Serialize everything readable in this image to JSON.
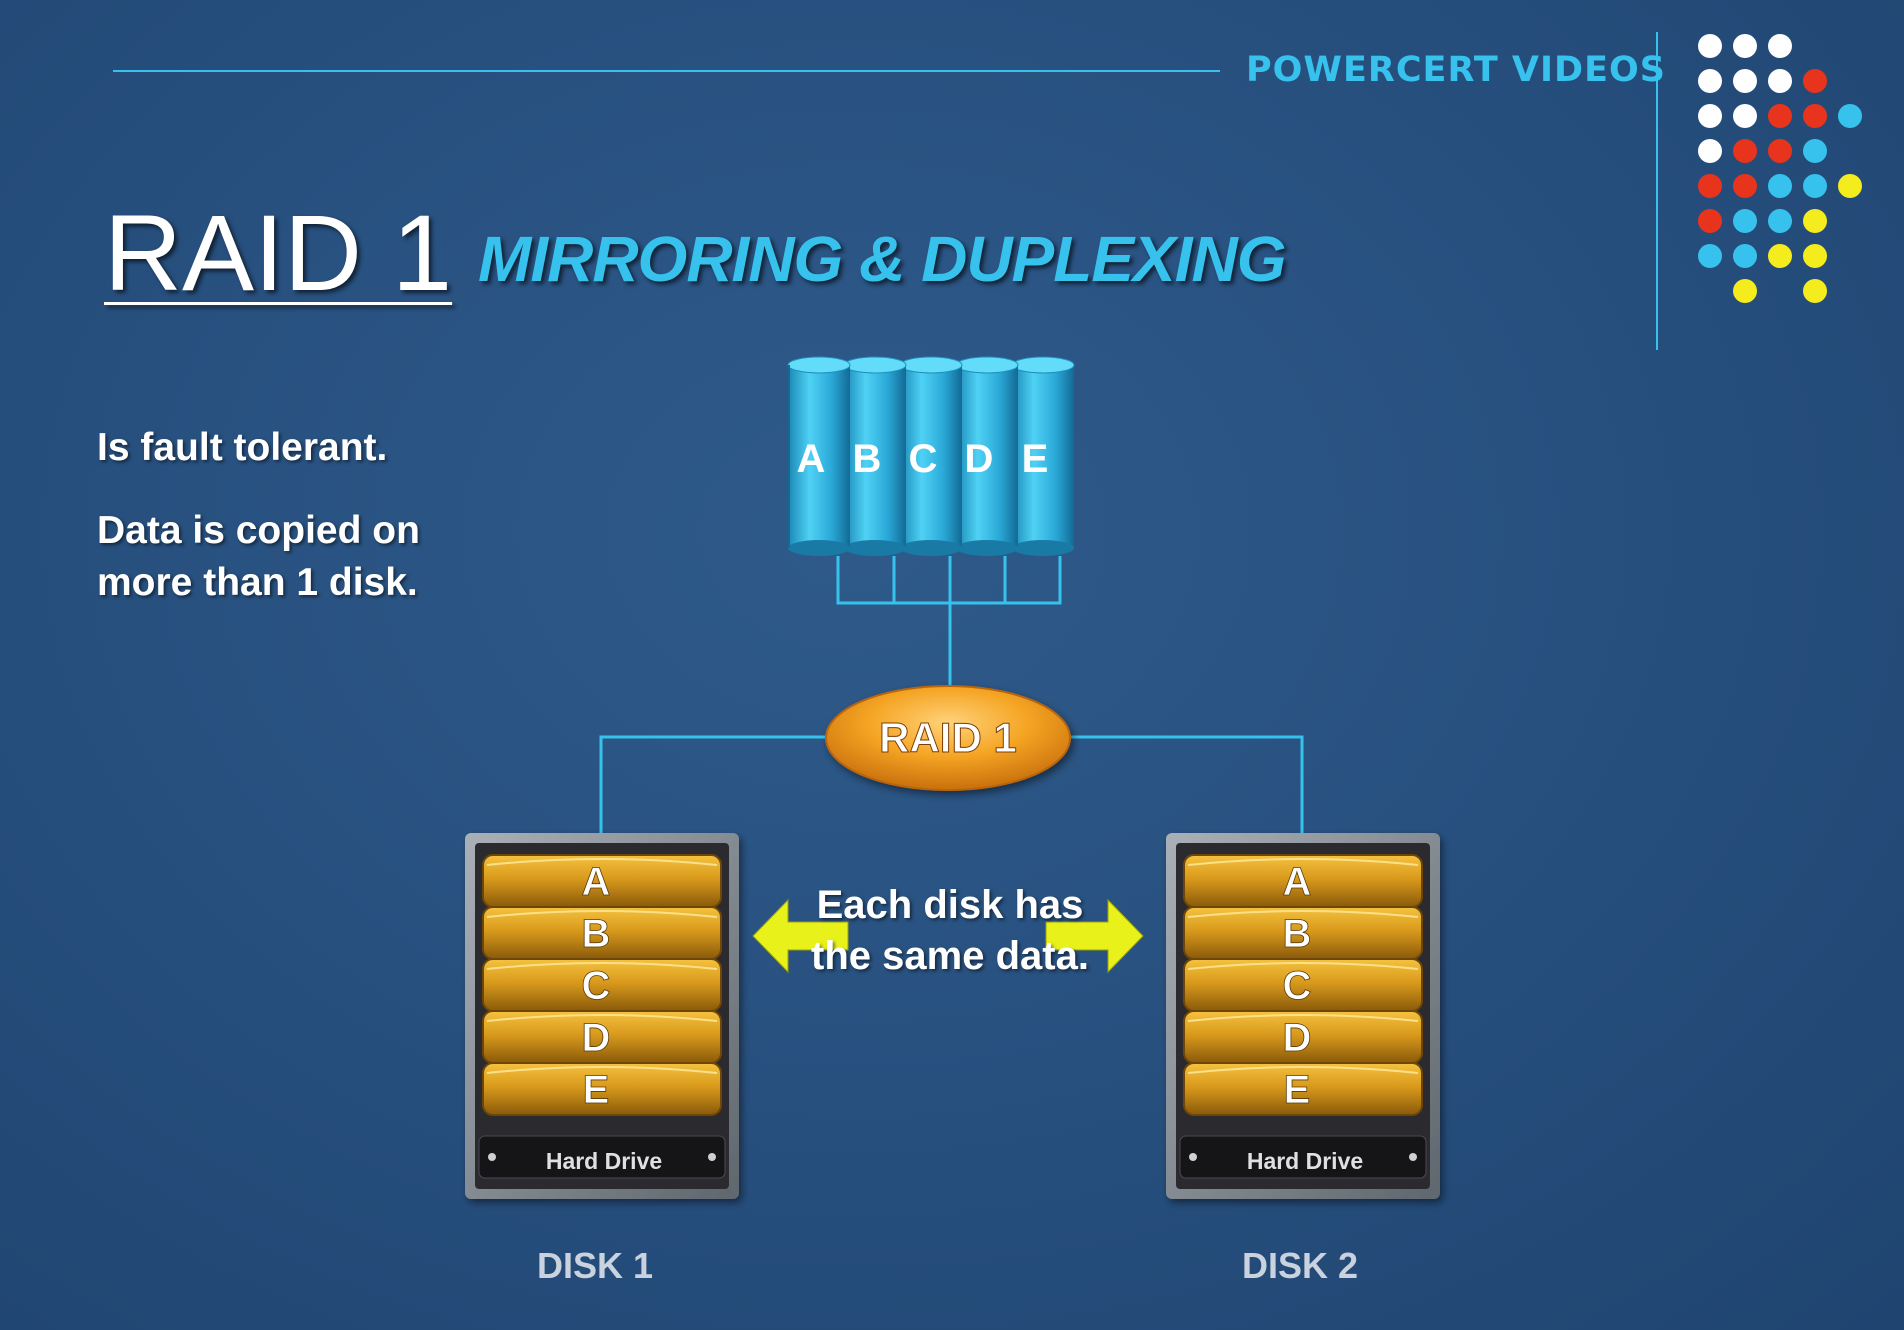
{
  "header": {
    "brand": "POWERCERT VIDEOS"
  },
  "title": {
    "main": "RAID 1",
    "subtitle": "MIRRORING & DUPLEXING"
  },
  "bullets": [
    "Is fault tolerant.",
    "Data is copied on more than 1 disk."
  ],
  "source_volume": {
    "blocks": [
      "A",
      "B",
      "C",
      "D",
      "E"
    ]
  },
  "controller": {
    "label": "RAID 1"
  },
  "disks": [
    {
      "name": "DISK 1",
      "drive_label": "Hard Drive",
      "blocks": [
        "A",
        "B",
        "C",
        "D",
        "E"
      ]
    },
    {
      "name": "DISK 2",
      "drive_label": "Hard Drive",
      "blocks": [
        "A",
        "B",
        "C",
        "D",
        "E"
      ]
    }
  ],
  "mirror_note": "Each disk has the same data.",
  "colors": {
    "accent_cyan": "#37c2ee",
    "disk_gold": "#d99a1c",
    "controller_orange": "#f29a1e",
    "arrow_yellow": "#e8f21a",
    "dot_white": "#ffffff",
    "dot_red": "#e8341c",
    "dot_blue": "#37c2ee",
    "dot_yellow": "#f5ec1e"
  },
  "dot_pattern": [
    [
      "white",
      "white",
      "white",
      null,
      null
    ],
    [
      "white",
      "white",
      "white",
      "red",
      null
    ],
    [
      "white",
      "white",
      "red",
      "red",
      "blue"
    ],
    [
      "white",
      "red",
      "red",
      "blue",
      null
    ],
    [
      "red",
      "red",
      "blue",
      "blue",
      "yellow"
    ],
    [
      "red",
      "blue",
      "blue",
      "yellow",
      null
    ],
    [
      "blue",
      "blue",
      "yellow",
      "yellow",
      null
    ],
    [
      null,
      "yellow",
      null,
      "yellow",
      null
    ]
  ]
}
